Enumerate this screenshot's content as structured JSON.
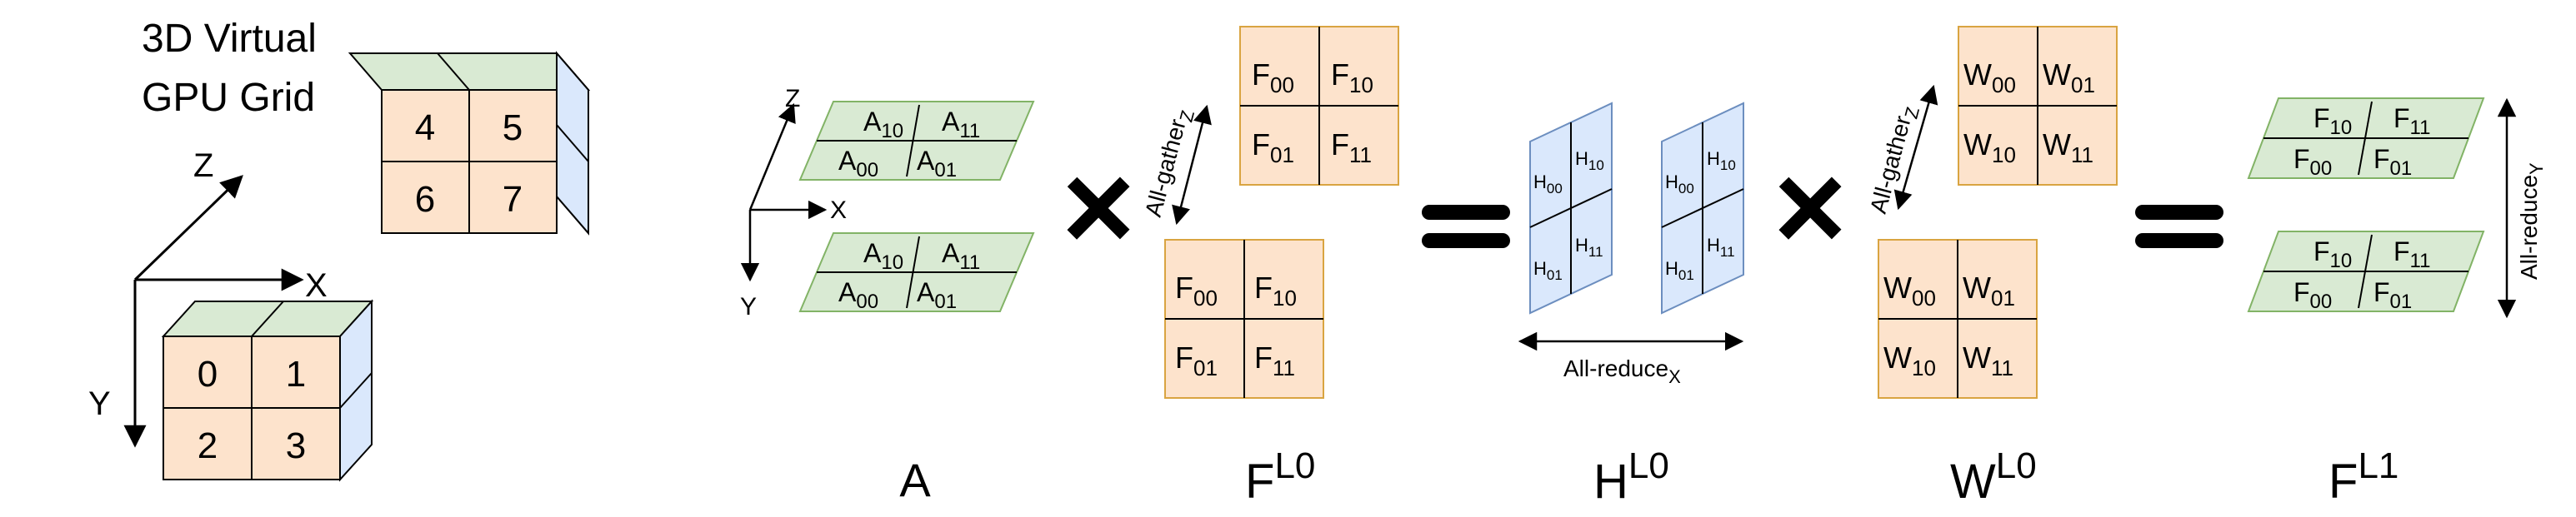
{
  "colors": {
    "orange_fill": "#fde3cc",
    "orange_stroke": "#d9a441",
    "green_fill": "#d9ead3",
    "green_stroke": "#82b366",
    "blue_fill": "#dae8fc",
    "blue_stroke": "#6c8ebf",
    "line": "#000000"
  },
  "grid": {
    "title_line1": "3D Virtual",
    "title_line2": "GPU Grid",
    "axis_z": "Z",
    "axis_x": "X",
    "axis_y": "Y",
    "front_cube_cells": [
      "0",
      "1",
      "2",
      "3"
    ],
    "back_cube_cells": [
      "4",
      "5",
      "6",
      "7"
    ]
  },
  "a_matrix": {
    "axis_z": "Z",
    "axis_x": "X",
    "axis_y": "Y",
    "tiles": [
      {
        "base": "A",
        "sub": "10"
      },
      {
        "base": "A",
        "sub": "11"
      },
      {
        "base": "A",
        "sub": "00"
      },
      {
        "base": "A",
        "sub": "01"
      }
    ],
    "label": "A"
  },
  "f_matrix": {
    "tiles": [
      {
        "base": "F",
        "sub": "00"
      },
      {
        "base": "F",
        "sub": "10"
      },
      {
        "base": "F",
        "sub": "01"
      },
      {
        "base": "F",
        "sub": "11"
      }
    ],
    "allgather_base": "All-gather",
    "allgather_sub": "Z",
    "label_base": "F",
    "label_sup": "L0"
  },
  "h_matrix": {
    "tiles": [
      {
        "base": "H",
        "sub": "10"
      },
      {
        "base": "H",
        "sub": "00"
      },
      {
        "base": "H",
        "sub": "11"
      },
      {
        "base": "H",
        "sub": "01"
      }
    ],
    "allreduce_base": "All-reduce",
    "allreduce_sub": "X",
    "label_base": "H",
    "label_sup": "L0"
  },
  "w_matrix": {
    "tiles": [
      {
        "base": "W",
        "sub": "00"
      },
      {
        "base": "W",
        "sub": "01"
      },
      {
        "base": "W",
        "sub": "10"
      },
      {
        "base": "W",
        "sub": "11"
      }
    ],
    "allgather_base": "All-gather",
    "allgather_sub": "Z",
    "label_base": "W",
    "label_sup": "L0"
  },
  "f1_matrix": {
    "tiles": [
      {
        "base": "F",
        "sub": "10"
      },
      {
        "base": "F",
        "sub": "11"
      },
      {
        "base": "F",
        "sub": "00"
      },
      {
        "base": "F",
        "sub": "01"
      }
    ],
    "allreduce_base": "All-reduce",
    "allreduce_sub": "Y",
    "label_base": "F",
    "label_sup": "L1"
  },
  "operators": {
    "times": "×",
    "equals": "="
  }
}
